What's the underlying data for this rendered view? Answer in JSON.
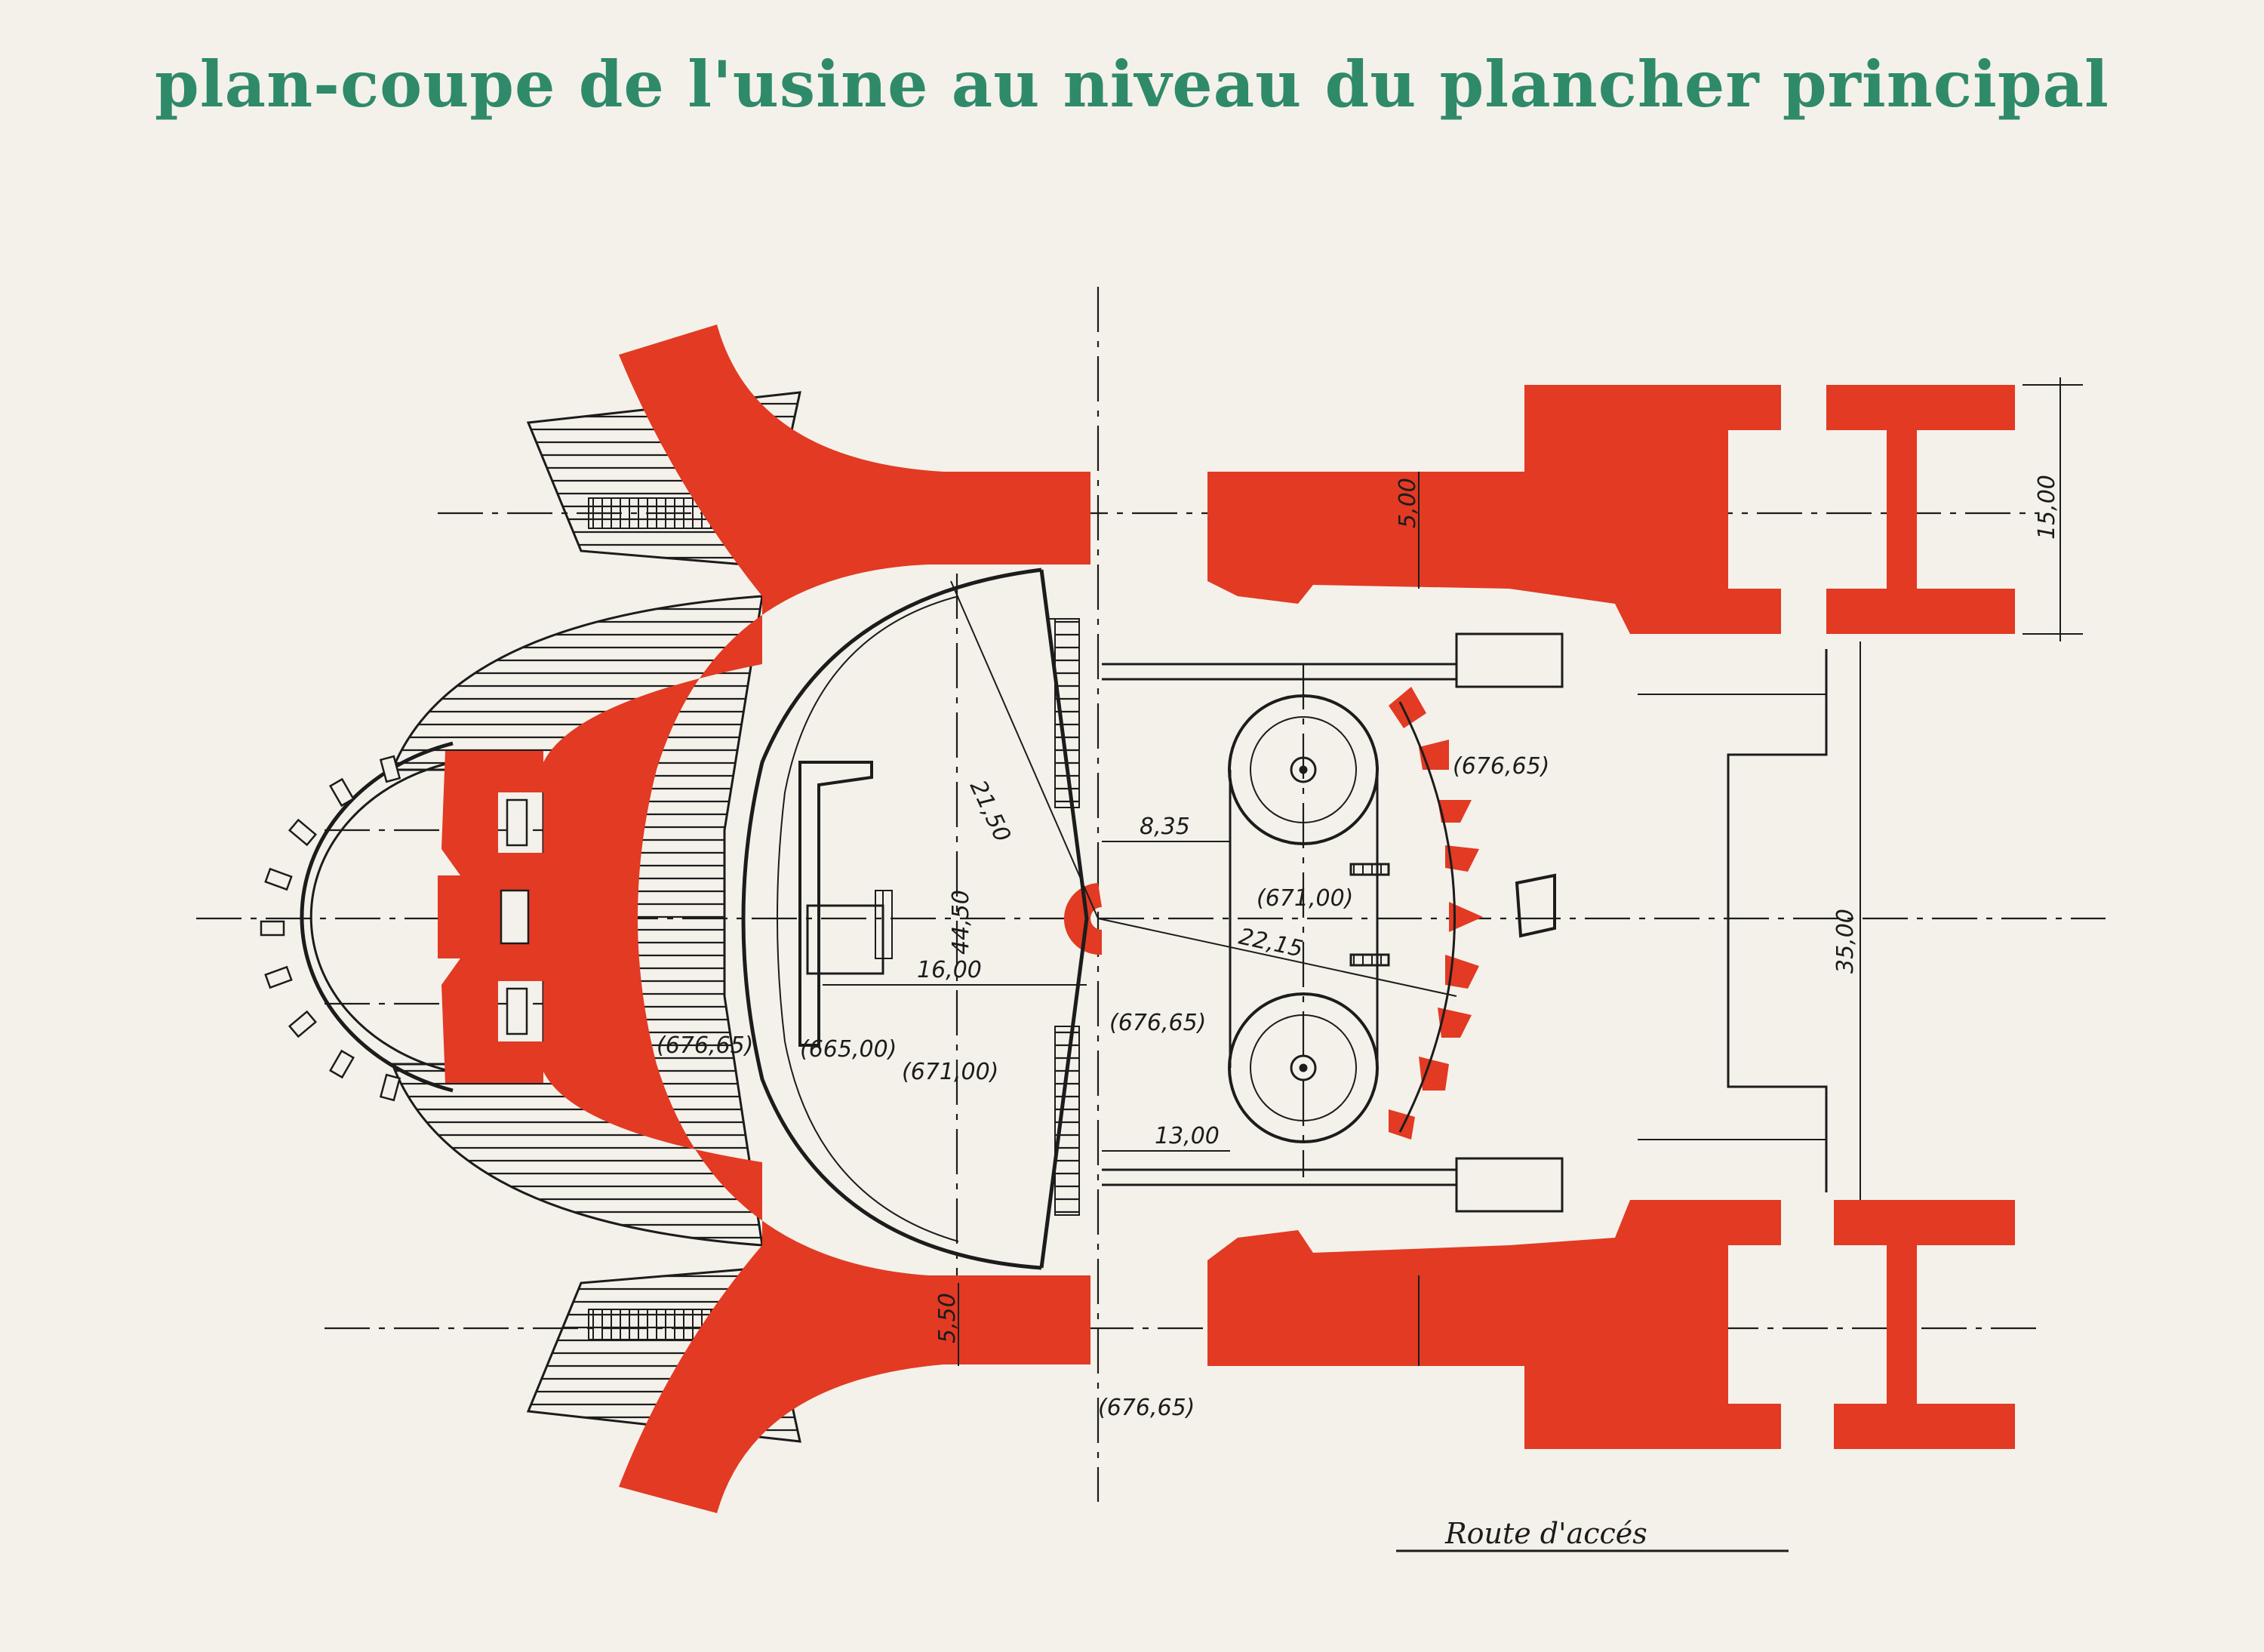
{
  "title": "plan-coupe de l'usine au niveau du plancher principal",
  "colors": {
    "paper": "#f4f1ea",
    "title": "#2f8a6a",
    "wall": "#e23a23",
    "ink": "#1c1c1c"
  },
  "dimensions": {
    "wall_top": "5,00",
    "wall_bottom": "5,50",
    "right_height": "15,00",
    "axis_width": "35,00",
    "radius_large": "21,50",
    "radius_small": "22,15",
    "chamber_width": "44,50",
    "offset_top": "8,35",
    "offset_bottom": "13,00",
    "center_offset": "16,00"
  },
  "elevations": {
    "right_top": "(676,65)",
    "center": "(671,00)",
    "mid_right": "(676,65)",
    "left": "(676,65)",
    "chamber_left": "(665,00)",
    "chamber_bottom": "(671,00)",
    "bottom": "(676,65)"
  },
  "labels": {
    "access_road": "Route d'accés"
  }
}
